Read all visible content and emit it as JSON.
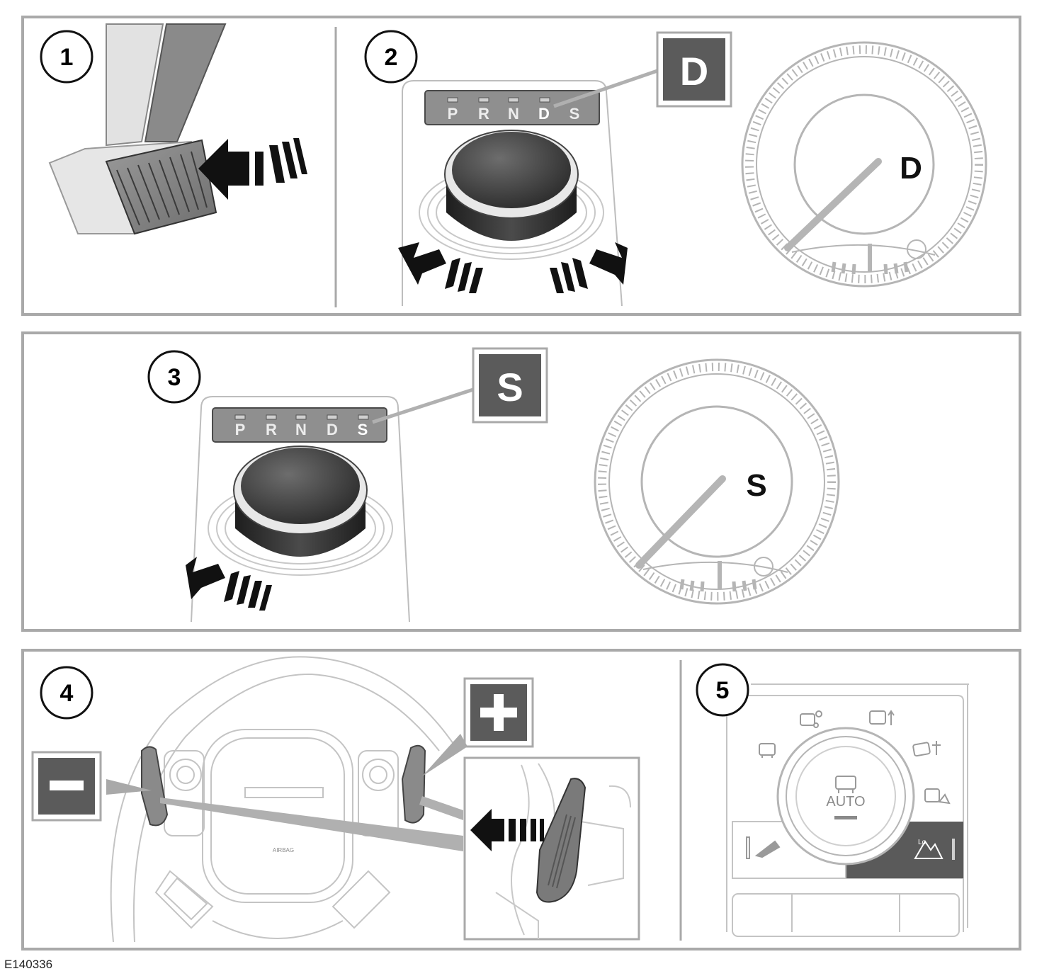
{
  "steps": [
    "1",
    "2",
    "3",
    "4",
    "5"
  ],
  "gear_strip": [
    "P",
    "R",
    "N",
    "D",
    "S"
  ],
  "indicators": {
    "drive": "D",
    "sport": "S",
    "plus": "+",
    "minus": "–"
  },
  "gauge_letters": {
    "drive": "D",
    "sport": "S"
  },
  "labels": {
    "airbag": "AIRBAG",
    "auto": "AUTO",
    "lo": "Lo"
  },
  "figure_code": "E140336",
  "colors": {
    "frame": "#a9a9a9",
    "indicator_box": "#5b5b5b",
    "line_art": "#bdbdbd",
    "arrow": "#111111",
    "panel_highlight": "#5a5a5a"
  }
}
